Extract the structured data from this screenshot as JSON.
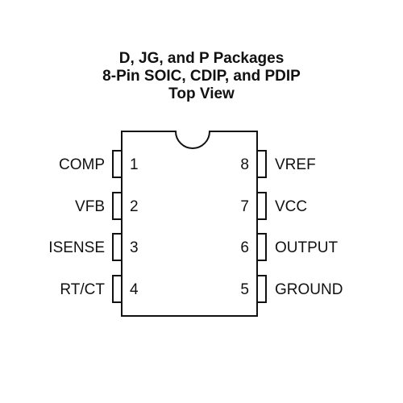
{
  "title": {
    "line1": "D, JG, and P Packages",
    "line2": "8-Pin SOIC, CDIP, and PDIP",
    "line3": "Top View"
  },
  "pins": {
    "left": [
      {
        "number": "1",
        "name": "COMP"
      },
      {
        "number": "2",
        "name": "VFB"
      },
      {
        "number": "3",
        "name": "ISENSE"
      },
      {
        "number": "4",
        "name": "RT/CT"
      }
    ],
    "right": [
      {
        "number": "8",
        "name": "VREF"
      },
      {
        "number": "7",
        "name": "VCC"
      },
      {
        "number": "6",
        "name": "OUTPUT"
      },
      {
        "number": "5",
        "name": "GROUND"
      }
    ]
  },
  "colors": {
    "line": "#111111",
    "background": "#ffffff"
  }
}
